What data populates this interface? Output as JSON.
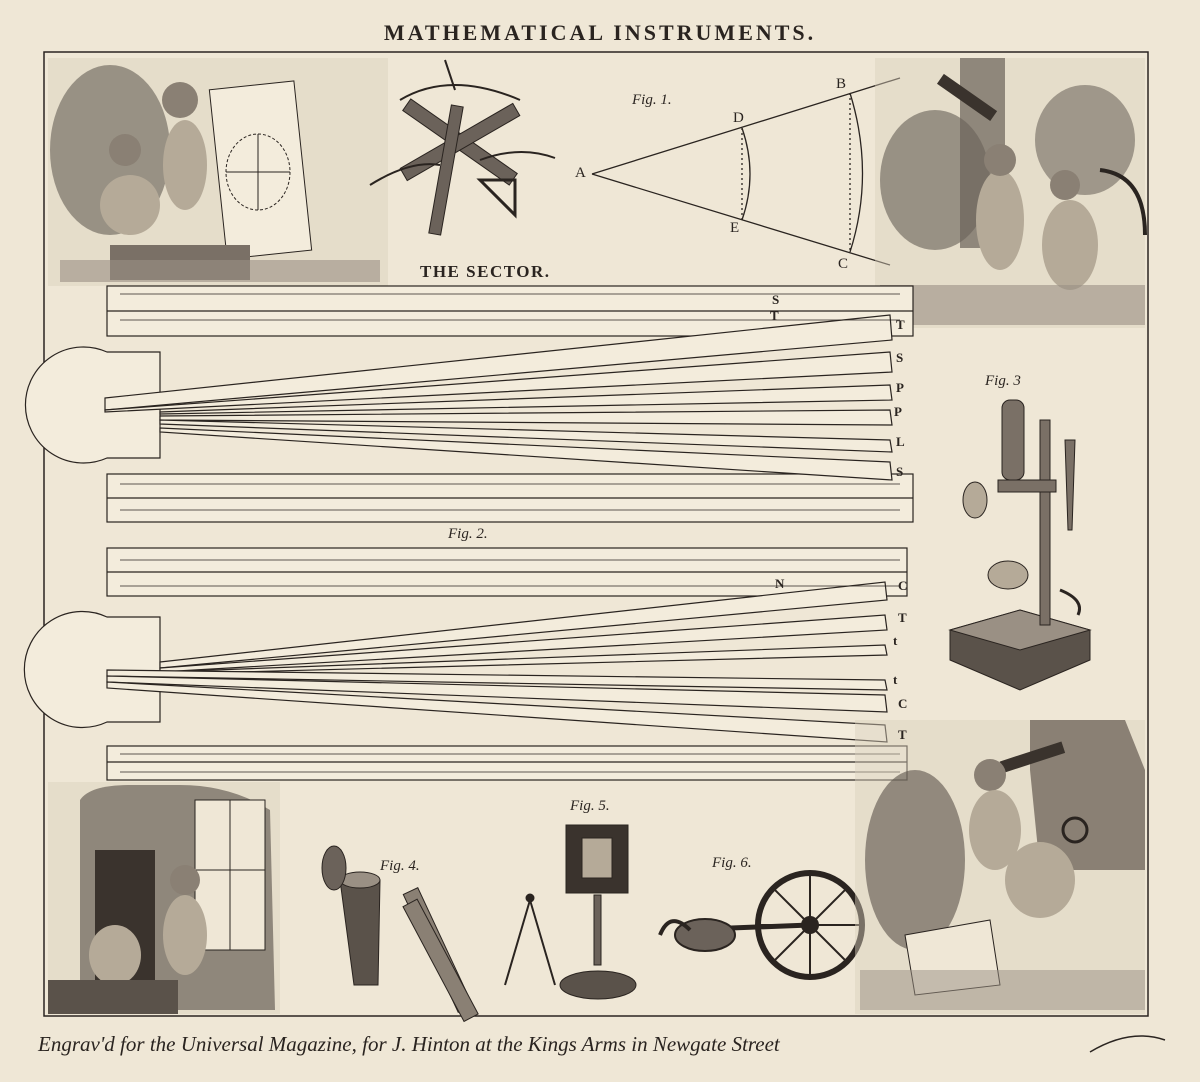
{
  "title": "MATHEMATICAL INSTRUMENTS.",
  "sector_title": "THE SECTOR.",
  "figures": {
    "fig1": "Fig. 1.",
    "fig2": "Fig. 2.",
    "fig3": "Fig. 3",
    "fig4": "Fig. 4.",
    "fig5": "Fig. 5.",
    "fig6": "Fig. 6."
  },
  "fig1_points": {
    "a": "A",
    "b": "B",
    "c": "C",
    "d": "D",
    "e": "E"
  },
  "sector_upper_labels": [
    "S",
    "T",
    "T",
    "S",
    "P",
    "P",
    "L",
    "S"
  ],
  "sector_lower_labels": [
    "N",
    "C",
    "T",
    "t",
    "t",
    "C",
    "T"
  ],
  "footer": "Engrav'd for the Universal Magazine, for J. Hinton at the Kings Arms in Newgate Street"
}
